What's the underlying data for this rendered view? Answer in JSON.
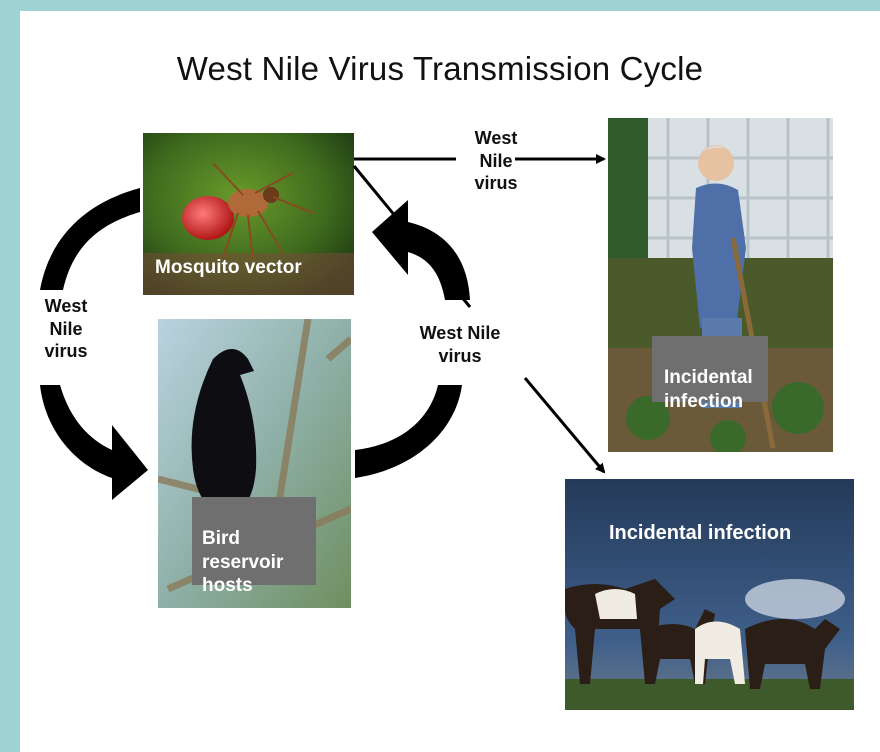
{
  "diagram": {
    "title": "West Nile Virus Transmission Cycle",
    "nodes": {
      "mosquito": {
        "label": "Mosquito vector",
        "image": "mosquito-photo"
      },
      "bird": {
        "label": "Bird\nreservoir\nhosts",
        "image": "crow-photo"
      },
      "human": {
        "label": "Incidental\ninfection",
        "image": "gardener-photo"
      },
      "horses": {
        "label": "Incidental infection",
        "image": "horses-photo"
      }
    },
    "edge_labels": {
      "left_cycle": "West\nNile\nvirus",
      "to_human": "West\nNile\nvirus",
      "center": "West Nile\nvirus"
    }
  }
}
